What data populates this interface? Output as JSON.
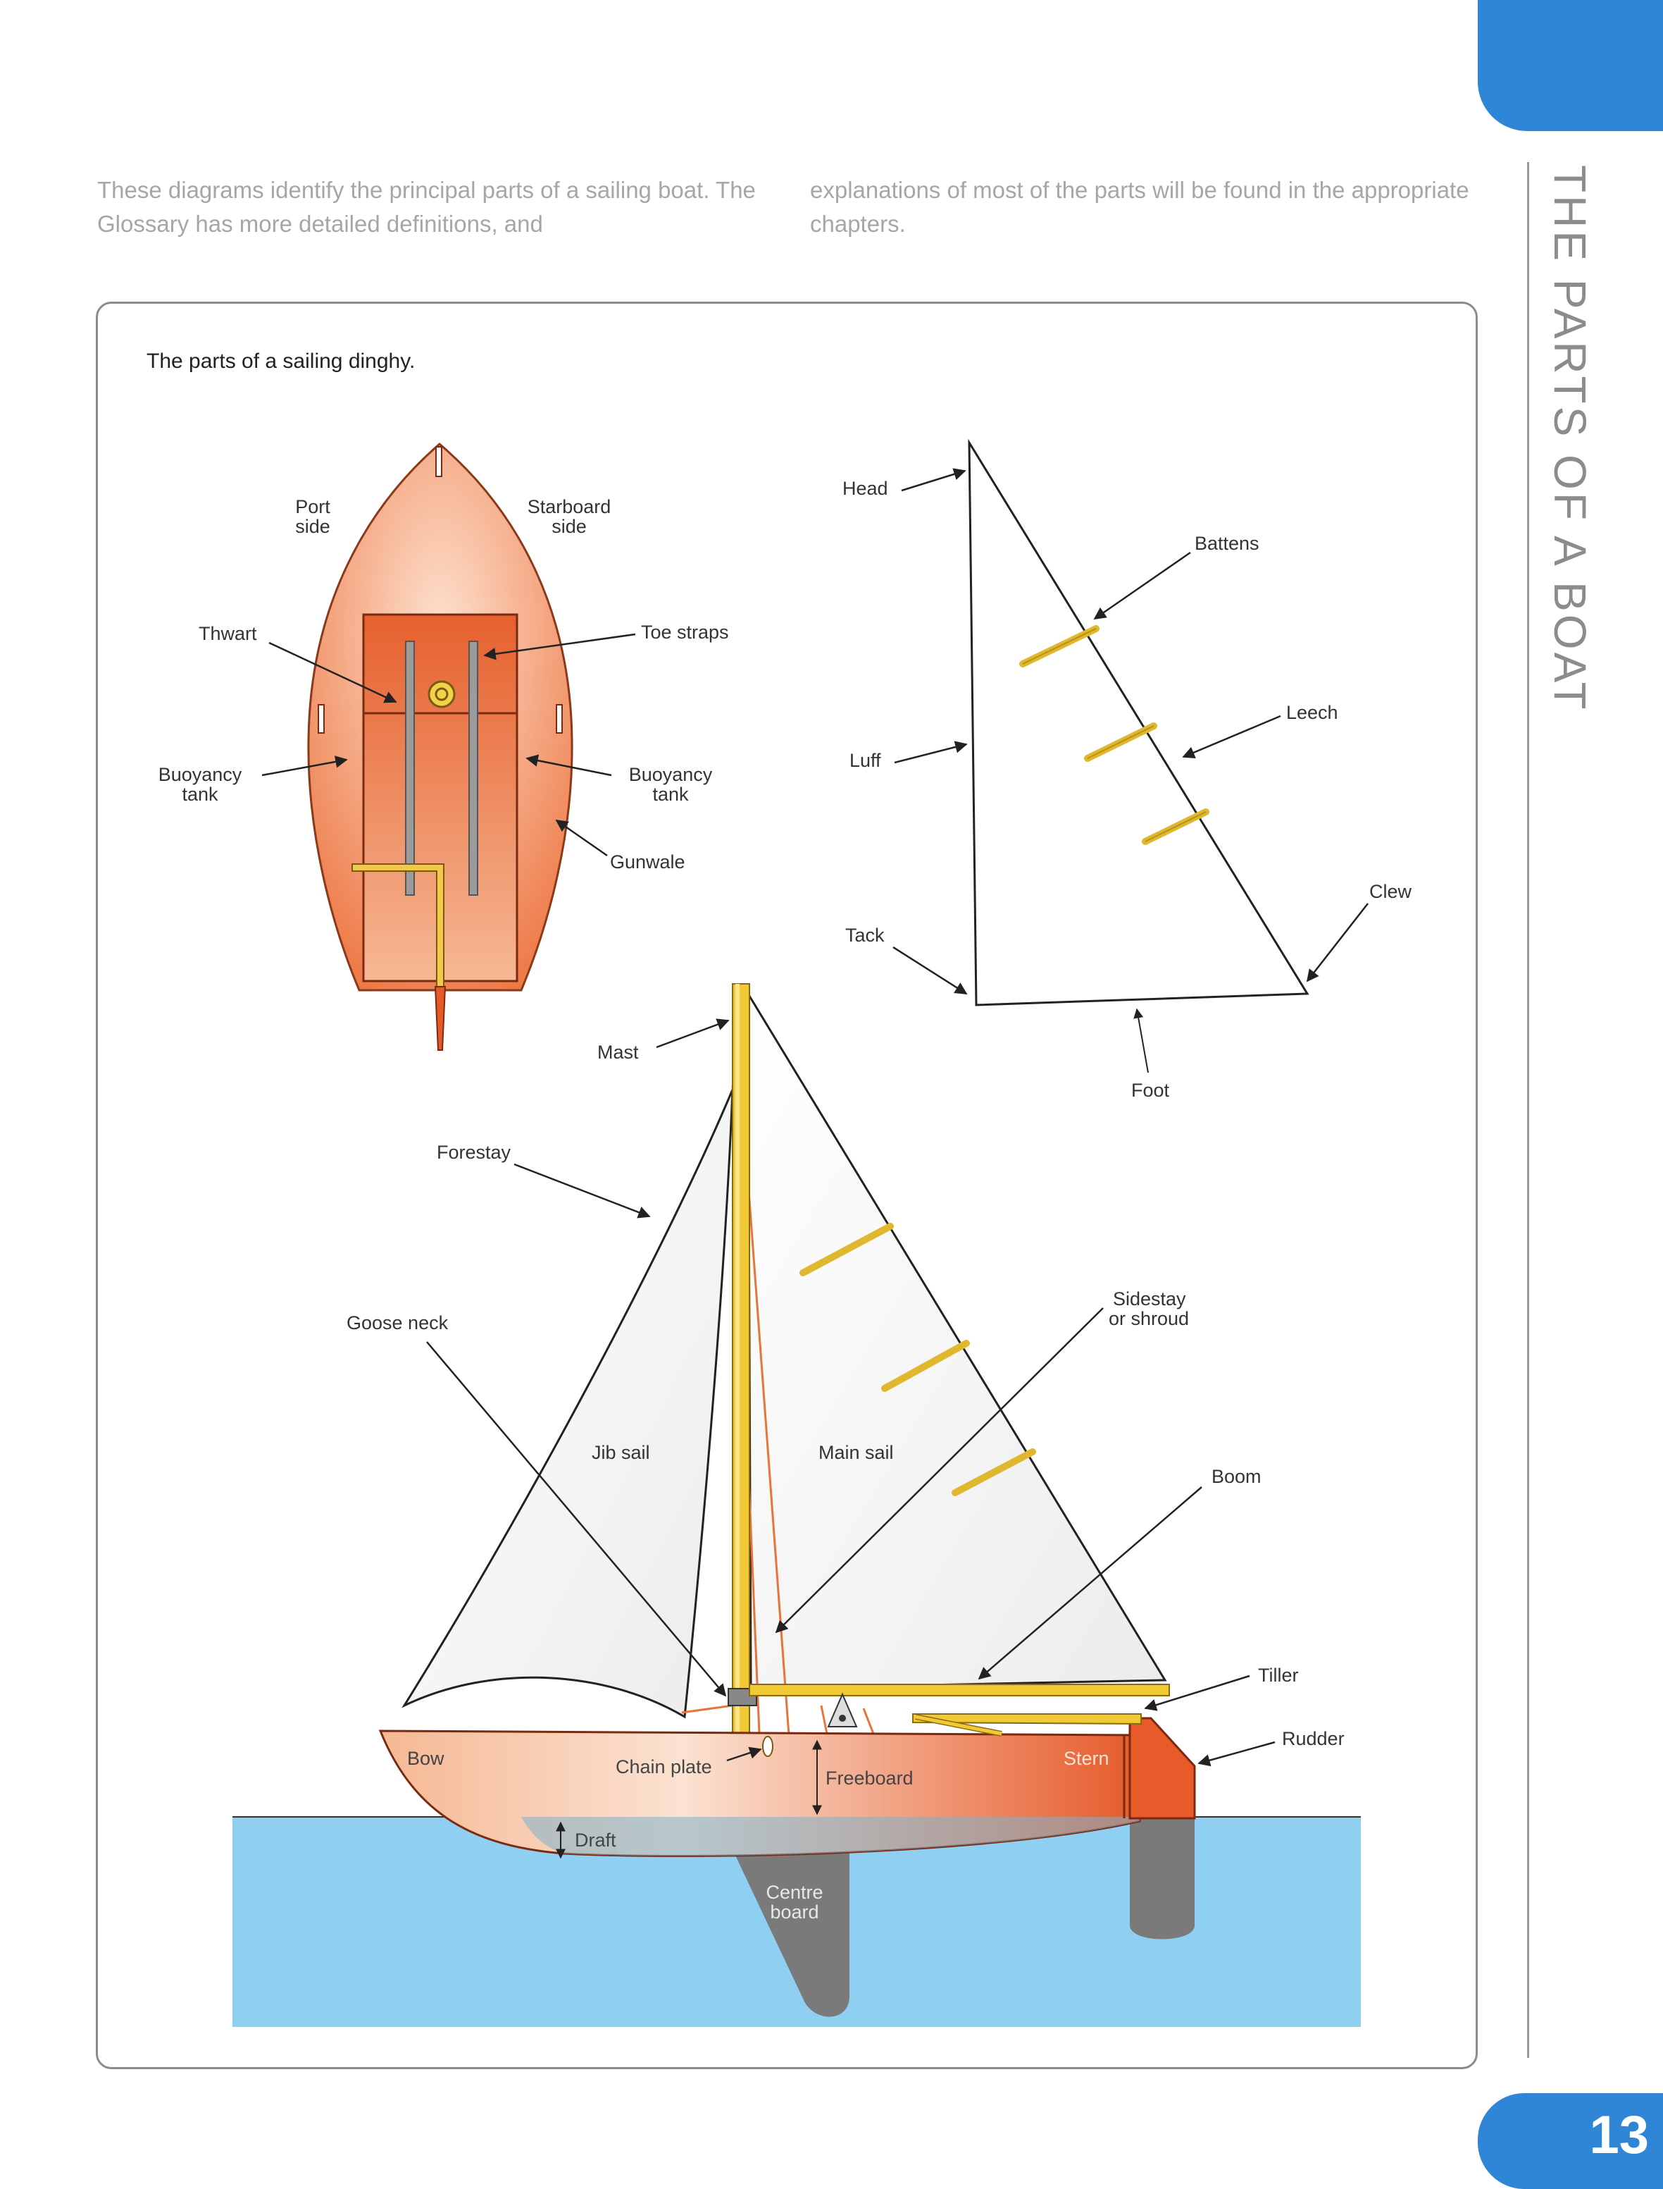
{
  "page": {
    "side_title": "THE PARTS OF A BOAT",
    "page_number": "13",
    "intro_left": "These diagrams identify the principal parts of a sailing boat. The Glossary has more detailed definitions, and",
    "intro_right": "explanations of most of the parts will be found in the appropriate chapters.",
    "caption": "The parts of a sailing dinghy."
  },
  "labels": {
    "port_side_1": "Port",
    "port_side_2": "side",
    "starboard_side_1": "Starboard",
    "starboard_side_2": "side",
    "thwart": "Thwart",
    "toe_straps": "Toe straps",
    "buoyancy_tank_left_1": "Buoyancy",
    "buoyancy_tank_left_2": "tank",
    "buoyancy_tank_right_1": "Buoyancy",
    "buoyancy_tank_right_2": "tank",
    "gunwale": "Gunwale",
    "head": "Head",
    "battens": "Battens",
    "leech": "Leech",
    "luff": "Luff",
    "clew": "Clew",
    "tack": "Tack",
    "foot": "Foot",
    "mast": "Mast",
    "forestay": "Forestay",
    "goose_neck": "Goose neck",
    "sidestay_1": "Sidestay",
    "sidestay_2": "or shroud",
    "jib_sail": "Jib sail",
    "main_sail": "Main sail",
    "boom": "Boom",
    "tiller": "Tiller",
    "rudder": "Rudder",
    "bow": "Bow",
    "chain_plate": "Chain plate",
    "freeboard": "Freeboard",
    "stern": "Stern",
    "draft": "Draft",
    "centre_board_1": "Centre",
    "centre_board_2": "board"
  },
  "colors": {
    "accent_blue": "#2f86d6",
    "hull_orange": "#ec6a3a",
    "water": "#8fd0f2",
    "spar_yellow": "#f0c935",
    "keel_grey": "#7a7a7a"
  }
}
